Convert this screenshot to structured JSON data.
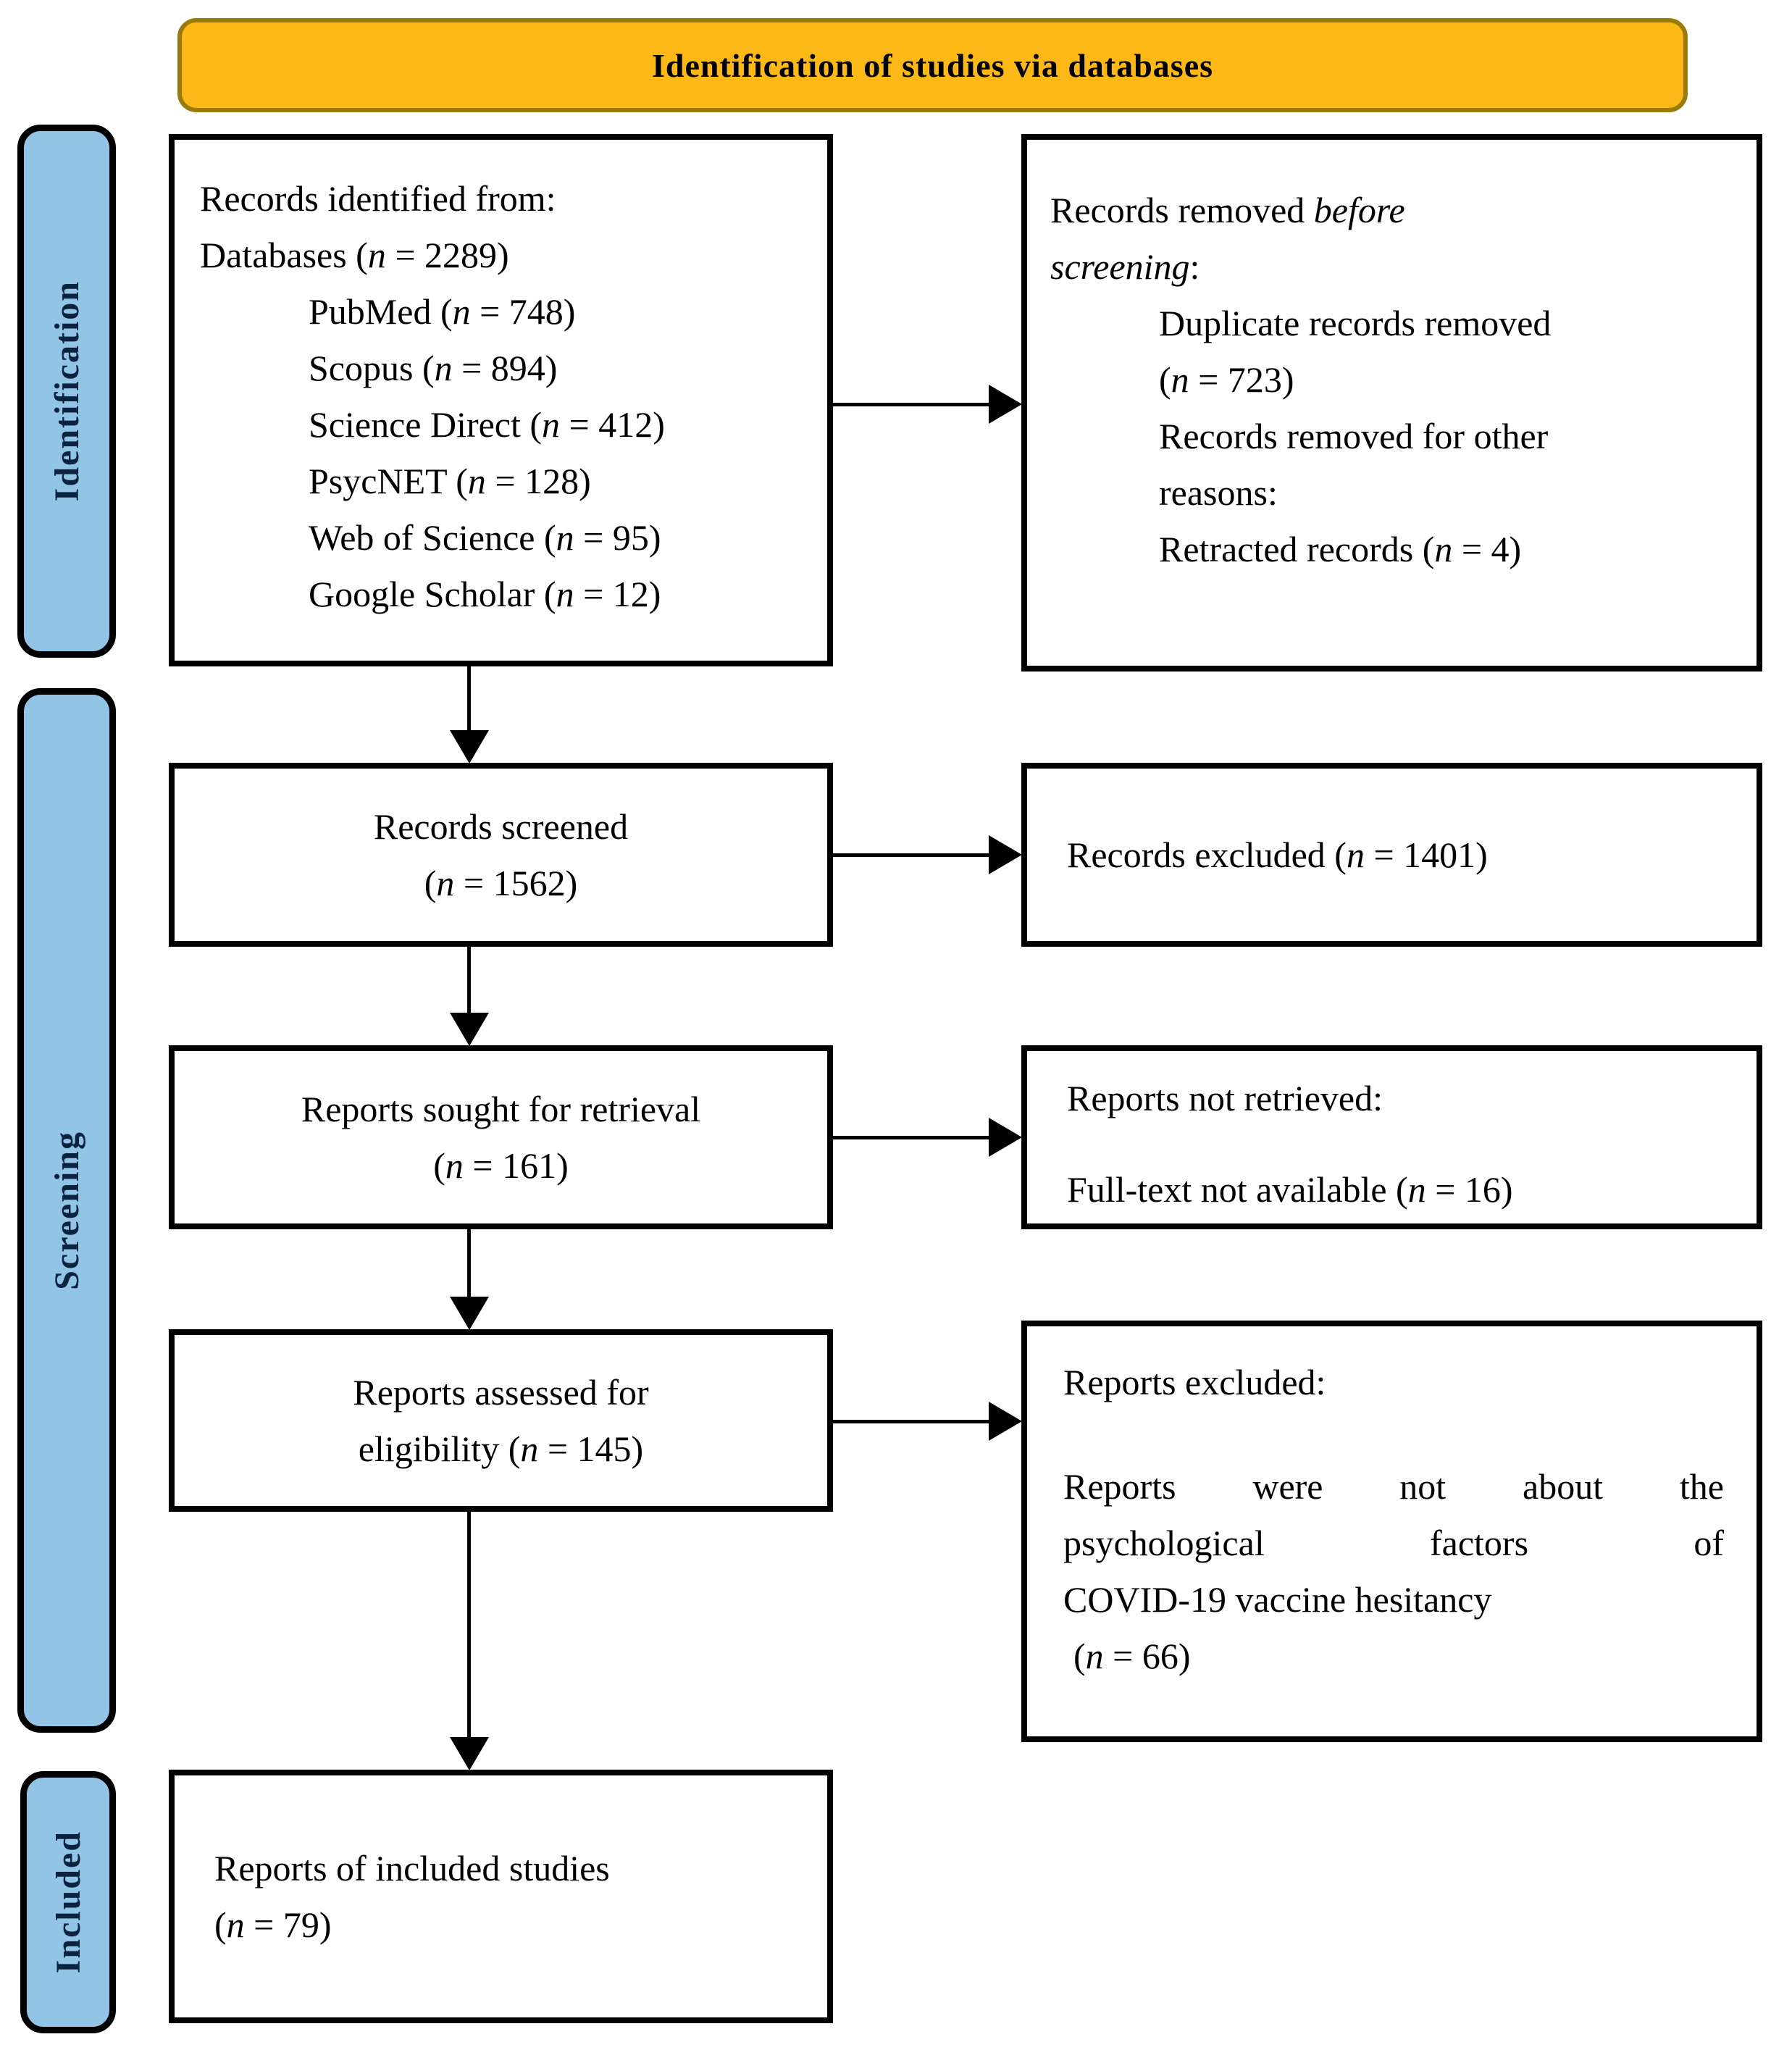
{
  "banner": {
    "label": "Identification of studies via databases"
  },
  "sidebar": {
    "identification": "Identification",
    "screening": "Screening",
    "included": "Included"
  },
  "colors": {
    "banner_fill": "#FBB817",
    "banner_border": "#9A7A0A",
    "stage_fill": "#92C4E6",
    "stage_text": "#0C2340"
  },
  "boxes": {
    "identified": {
      "lines": [
        {
          "text": "Records identified from:"
        },
        {
          "text": "Databases (*n* = 2289)"
        },
        {
          "text": "PubMed (*n* = 748)",
          "indent": true
        },
        {
          "text": "Scopus (*n* = 894)",
          "indent": true
        },
        {
          "text": "Science Direct (*n* = 412)",
          "indent": true
        },
        {
          "text": "PsycNET (*n* = 128)",
          "indent": true
        },
        {
          "text": "Web of Science (*n* = 95)",
          "indent": true
        },
        {
          "text": "Google Scholar (*n* = 12)",
          "indent": true
        }
      ]
    },
    "removed_before": {
      "lines": [
        {
          "text": "Records removed *before*"
        },
        {
          "text": "*screening*:"
        },
        {
          "text": "Duplicate records removed",
          "indent": true
        },
        {
          "text": "(*n* = 723)",
          "indent": true
        },
        {
          "text": "Records removed for other",
          "indent": true
        },
        {
          "text": "reasons:",
          "indent": true
        },
        {
          "text": "Retracted records (*n* = 4)",
          "indent": true
        }
      ]
    },
    "screened": {
      "lines": [
        {
          "text": "Records screened"
        },
        {
          "text": "(*n* = 1562)"
        }
      ]
    },
    "records_excluded": {
      "lines": [
        {
          "text": "Records excluded (*n* = 1401)"
        }
      ]
    },
    "sought": {
      "lines": [
        {
          "text": "Reports sought for retrieval"
        },
        {
          "text": "(*n* = 161)"
        }
      ]
    },
    "not_retrieved": {
      "lines": [
        {
          "text": "Reports not retrieved:"
        },
        {
          "text": "Full-text not available (*n* = 16)"
        }
      ]
    },
    "assessed": {
      "lines": [
        {
          "text": "Reports assessed for"
        },
        {
          "text": "eligibility (*n* = 145)"
        }
      ]
    },
    "reports_excluded": {
      "title": "Reports excluded:",
      "body_lines": [
        {
          "text": "Reports were not about the"
        },
        {
          "text": "psychological factors of"
        },
        {
          "text": "COVID-19 vaccine hesitancy"
        }
      ],
      "count": "(*n* = 66)"
    },
    "included_reports": {
      "lines": [
        {
          "text": "Reports of included studies"
        },
        {
          "text": "(*n* = 79)"
        }
      ]
    }
  }
}
